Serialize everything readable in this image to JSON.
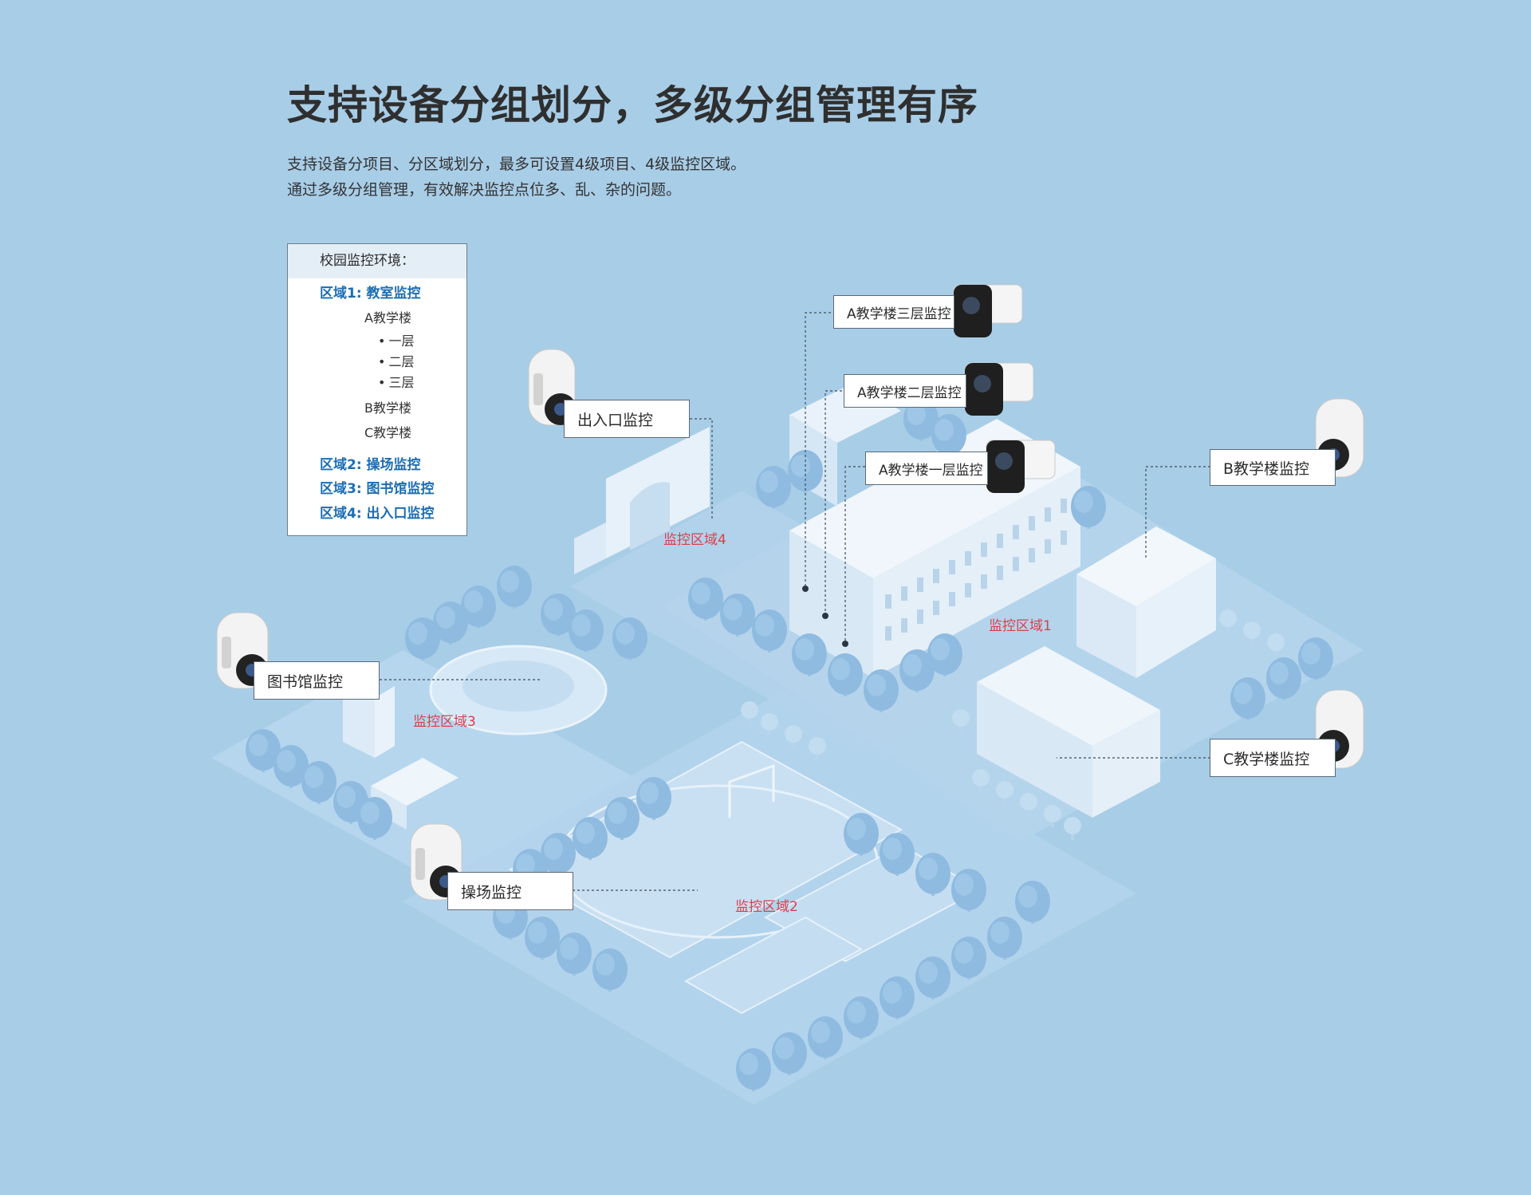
{
  "header": {
    "title": "支持设备分组划分，多级分组管理有序",
    "desc_line1": "支持设备分项目、分区域划分，最多可设置4级项目、4级监控区域。",
    "desc_line2": "通过多级分组管理，有效解决监控点位多、乱、杂的问题。"
  },
  "legend": {
    "heading": "校园监控环境：",
    "zone1": "区域1: 教室监控",
    "building_a": "A教学楼",
    "floors": [
      "一层",
      "二层",
      "三层"
    ],
    "building_b": "B教学楼",
    "building_c": "C教学楼",
    "zone2": "区域2: 操场监控",
    "zone3": "区域3: 图书馆监控",
    "zone4": "区域4: 出入口监控"
  },
  "cameras": {
    "entrance": "出入口监控",
    "a_floor3": "A教学楼三层监控",
    "a_floor2": "A教学楼二层监控",
    "a_floor1": "A教学楼一层监控",
    "building_b": "B教学楼监控",
    "building_c": "C教学楼监控",
    "library": "图书馆监控",
    "playground": "操场监控"
  },
  "zones": {
    "zone1": "监控区域1",
    "zone2": "监控区域2",
    "zone3": "监控区域3",
    "zone4": "监控区域4"
  },
  "colors": {
    "background": "#a8cde7",
    "zone_label": "#d9404d",
    "legend_zone": "#1c6db4"
  }
}
